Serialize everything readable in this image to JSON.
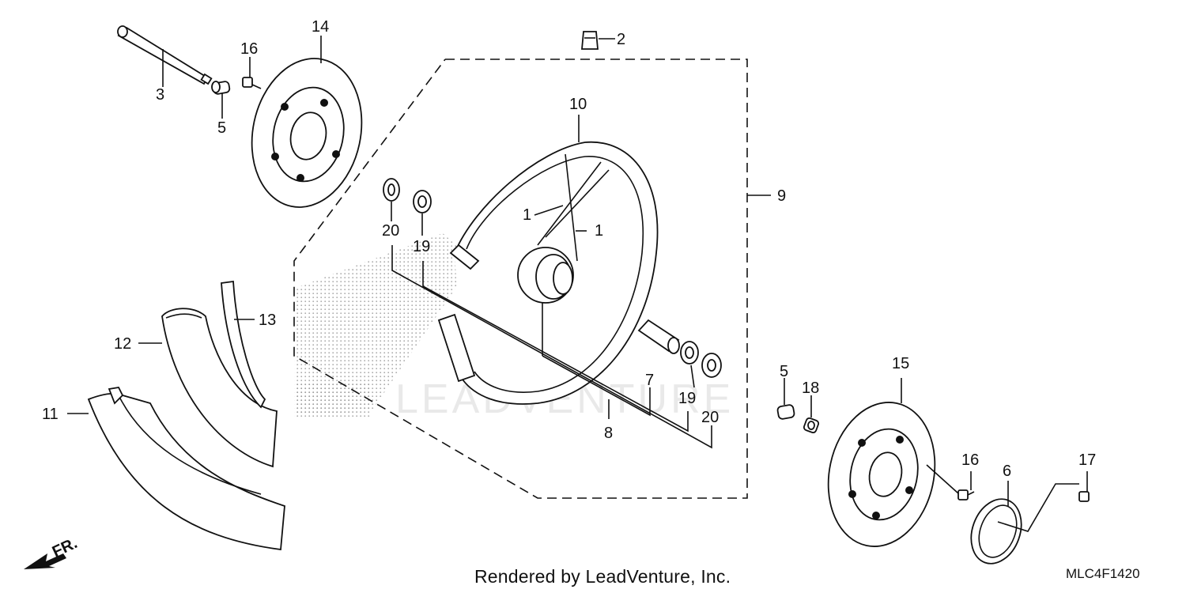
{
  "diagram": {
    "footer_text": "Rendered by LeadVenture, Inc.",
    "diagram_code": "MLC4F1420",
    "watermark": "LEADVENTURE",
    "front_indicator": "FR.",
    "callouts": [
      {
        "id": "c1a",
        "label": "1"
      },
      {
        "id": "c1b",
        "label": "1"
      },
      {
        "id": "c2",
        "label": "2"
      },
      {
        "id": "c3",
        "label": "3"
      },
      {
        "id": "c5a",
        "label": "5"
      },
      {
        "id": "c5b",
        "label": "5"
      },
      {
        "id": "c6",
        "label": "6"
      },
      {
        "id": "c7",
        "label": "7"
      },
      {
        "id": "c8",
        "label": "8"
      },
      {
        "id": "c9",
        "label": "9"
      },
      {
        "id": "c10",
        "label": "10"
      },
      {
        "id": "c11",
        "label": "11"
      },
      {
        "id": "c12",
        "label": "12"
      },
      {
        "id": "c13",
        "label": "13"
      },
      {
        "id": "c14",
        "label": "14"
      },
      {
        "id": "c15",
        "label": "15"
      },
      {
        "id": "c16a",
        "label": "16"
      },
      {
        "id": "c16b",
        "label": "16"
      },
      {
        "id": "c17",
        "label": "17"
      },
      {
        "id": "c18",
        "label": "18"
      },
      {
        "id": "c19a",
        "label": "19"
      },
      {
        "id": "c19b",
        "label": "19"
      },
      {
        "id": "c20a",
        "label": "20"
      },
      {
        "id": "c20b",
        "label": "20"
      }
    ]
  }
}
